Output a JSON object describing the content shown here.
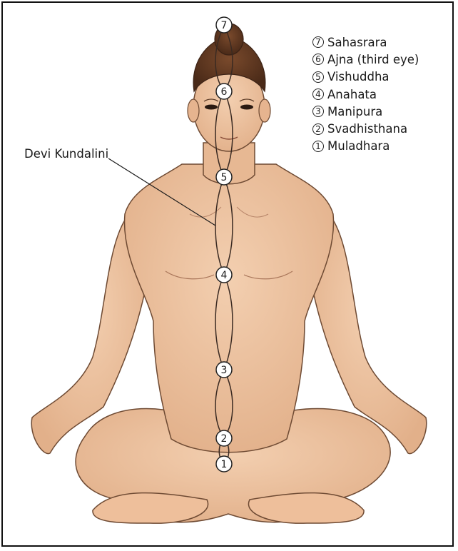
{
  "diagram": {
    "callout_label": "Devi Kundalini",
    "chakras": [
      {
        "number": "7",
        "name": "Sahasrara"
      },
      {
        "number": "6",
        "name": "Ajna (third eye)"
      },
      {
        "number": "5",
        "name": "Vishuddha"
      },
      {
        "number": "4",
        "name": "Anahata"
      },
      {
        "number": "3",
        "name": "Manipura"
      },
      {
        "number": "2",
        "name": "Svadhisthana"
      },
      {
        "number": "1",
        "name": "Muladhara"
      }
    ],
    "colors": {
      "skin": "#edc3a0",
      "skin_shadow": "#d9a47d",
      "outline": "#6e4a33",
      "hair": "#5a3420",
      "channel": "#3a2a22",
      "border": "#111111"
    }
  }
}
